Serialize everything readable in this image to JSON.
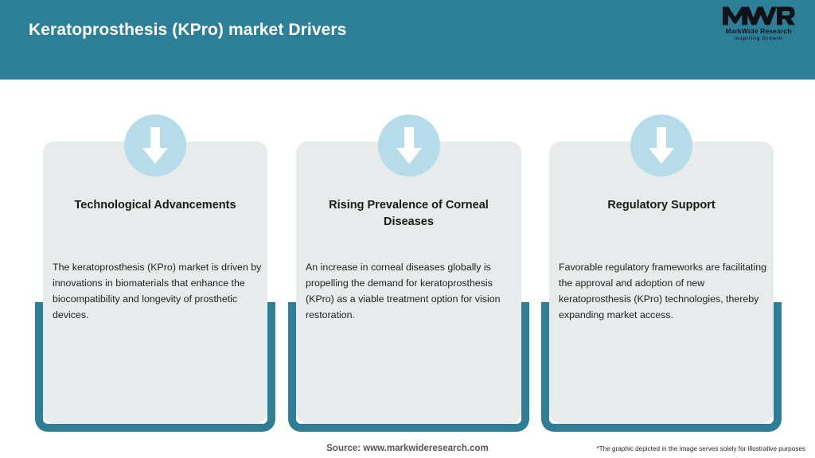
{
  "header": {
    "title": "Keratoprosthesis (KPro) market Drivers",
    "bar_color": "#2d7f98",
    "title_color": "#ffffff"
  },
  "logo": {
    "mark": "MWR",
    "name": "MarkWide Research",
    "tagline": "Inspiring Growth"
  },
  "theme": {
    "teal": "#2e7e96",
    "card_bg": "#e7ebec",
    "badge_bg": "#b6dcea",
    "page_bg": "#ffffff"
  },
  "cards": [
    {
      "icon": "arrow-down-icon",
      "heading": "Technological Advancements",
      "body": "The keratoprosthesis (KPro) market is driven by innovations in biomaterials that enhance the biocompatibility and longevity of prosthetic devices."
    },
    {
      "icon": "arrow-down-icon",
      "heading": "Rising Prevalence of Corneal Diseases",
      "body": "An increase in corneal diseases globally is propelling the demand for keratoprosthesis (KPro) as a viable treatment option for vision restoration."
    },
    {
      "icon": "arrow-down-icon",
      "heading": "Regulatory Support",
      "body": "Favorable regulatory frameworks are facilitating the approval and adoption of new keratoprosthesis (KPro) technologies, thereby expanding market access."
    }
  ],
  "footer": {
    "source": "Source: www.markwideresearch.com",
    "disclaimer": "*The graphic depicted in the image serves solely for illustrative purposes"
  }
}
